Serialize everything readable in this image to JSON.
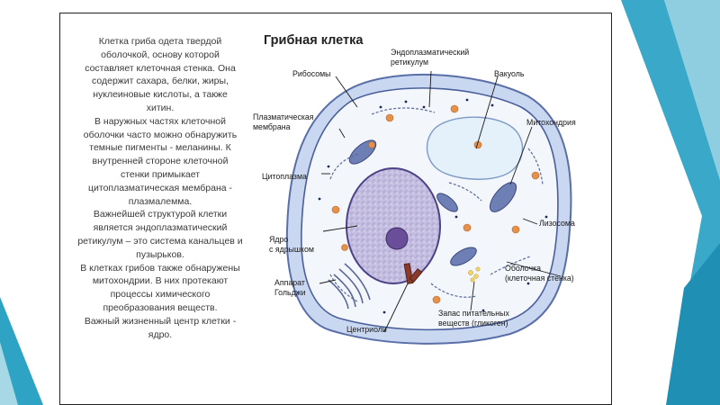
{
  "slide": {
    "body_text": "Клетка гриба одета твердой\nоболочкой, основу которой\nсоставляет клеточная стенка. Она\nсодержит сахара, белки, жиры,\nнуклеиновые кислоты, а также\nхитин.\nВ наружных частях клеточной\nоболочки часто можно обнаружить\nтемные пигменты - меланины. К\nвнутренней стороне клеточной\nстенки примыкает\nцитоплазматическая мембрана -\nплазмалемма.\nВажнейшей структурой клетки\nявляется эндоплазматический\nретикулум – это система канальцев и\nпузырьков.\nВ клетках грибов также обнаружены\nмитохондрии. В них протекают\nпроцессы химического\nпреобразования веществ.\nВажный жизненный центр клетки -\nядро."
  },
  "diagram": {
    "title": "Грибная клетка",
    "labels": {
      "ribosomes": "Рибосомы",
      "er": "Эндоплазматический\nретикулум",
      "vacuole": "Вакуоль",
      "plasma_membrane": "Плазматическая\nмембрана",
      "mitochondria": "Митохондрия",
      "cytoplasm": "Цитоплазма",
      "lysosome": "Лизосома",
      "nucleus": "Ядро\nс ядрышком",
      "golgi": "Аппарат\nГольджи",
      "cell_wall": "Оболочка\n(клеточная стенка)",
      "centrioles": "Центриоли",
      "glycogen": "Запас питательных\nвеществ (гликоген)"
    }
  },
  "colors": {
    "deco_teal": "#2ea3c4",
    "deco_light": "#a7d8e6",
    "cell_wall": "#c9d8f0",
    "cytoplasm": "#f3f6fb",
    "nucleus": "#cfcbe6",
    "nucleolus": "#6a4e9a",
    "vacuole": "#e4f1fb",
    "mitochondria": "#6d7fb5",
    "lysosome": "#e6914a"
  }
}
